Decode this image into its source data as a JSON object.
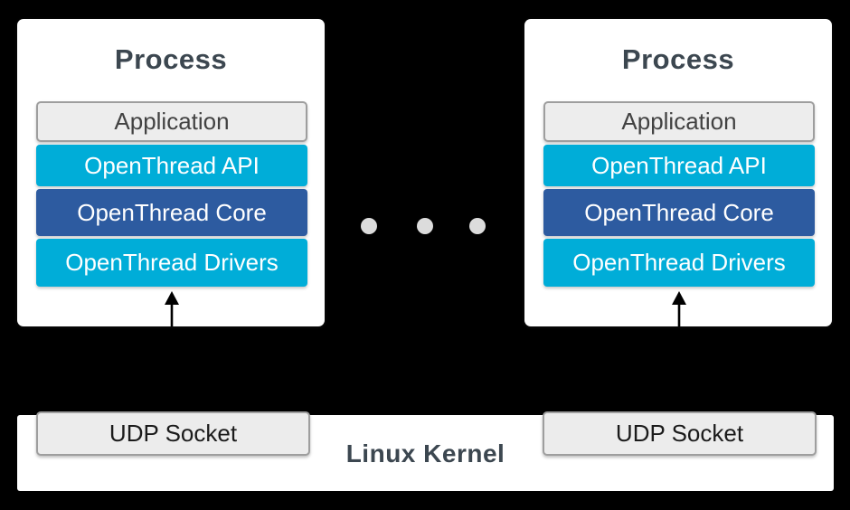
{
  "processes": [
    {
      "title": "Process",
      "layers": [
        {
          "label": "Application"
        },
        {
          "label": "OpenThread API"
        },
        {
          "label": "OpenThread Core"
        },
        {
          "label": "OpenThread Drivers"
        }
      ]
    },
    {
      "title": "Process",
      "layers": [
        {
          "label": "Application"
        },
        {
          "label": "OpenThread API"
        },
        {
          "label": "OpenThread Core"
        },
        {
          "label": "OpenThread Drivers"
        }
      ]
    }
  ],
  "separator": {
    "dot_count": 3
  },
  "kernel": {
    "label": "Linux Kernel",
    "sockets": [
      {
        "label": "UDP Socket"
      },
      {
        "label": "UDP Socket"
      }
    ]
  },
  "colors": {
    "background": "#000000",
    "cyan_layer": "#00add8",
    "blue_layer": "#2d5ba0",
    "gray_box_fill": "#ededed",
    "gray_box_border": "#9e9e9e",
    "heading_text": "#3c4750",
    "dot_gray": "#dcdcdc",
    "panel_white": "#ffffff"
  }
}
